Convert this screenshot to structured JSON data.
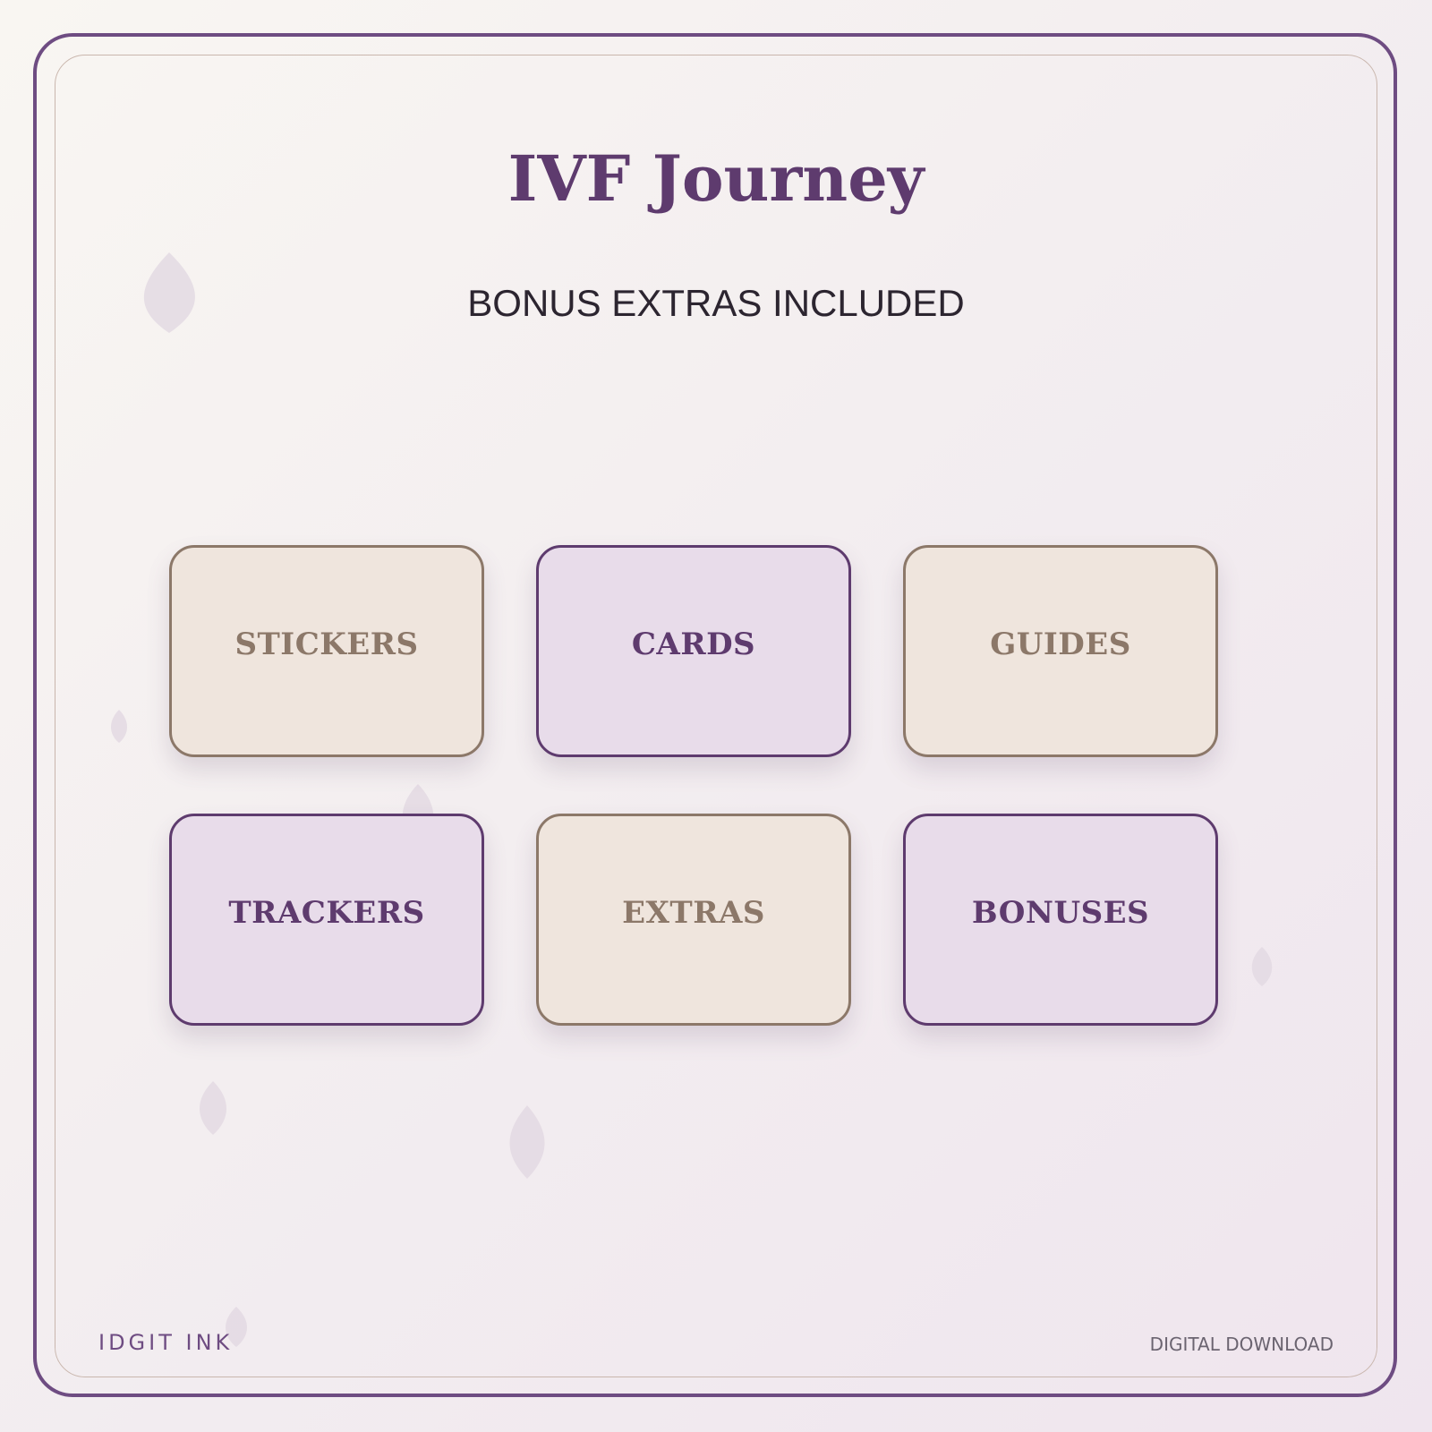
{
  "header": {
    "title": "IVF Journey",
    "subtitle": "BONUS EXTRAS INCLUDED"
  },
  "cards": [
    {
      "label": "STICKERS",
      "style": "beige"
    },
    {
      "label": "CARDS",
      "style": "lilac"
    },
    {
      "label": "GUIDES",
      "style": "beige"
    },
    {
      "label": "TRACKERS",
      "style": "lilac"
    },
    {
      "label": "EXTRAS",
      "style": "beige"
    },
    {
      "label": "BONUSES",
      "style": "lilac"
    }
  ],
  "footer": {
    "brand": "IDGIT INK",
    "note": "DIGITAL DOWNLOAD"
  },
  "colors": {
    "accent": "#5e3b6e",
    "beige_card": "#efe5dd",
    "lilac_card": "#e8dcea",
    "beige_text": "#8c7869",
    "background": "#f3eef0"
  }
}
